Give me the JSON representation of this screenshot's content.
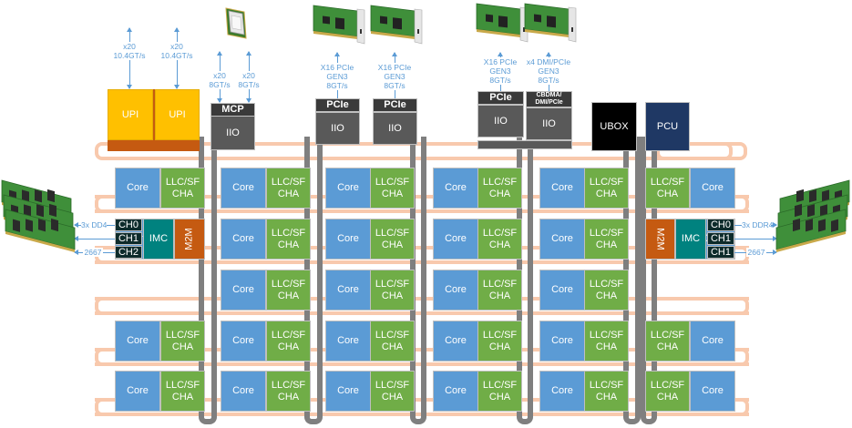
{
  "diagram": {
    "title": "Mesh architecture: cores, LLC/SF CHA tiles, IIO, UPI, IMC",
    "colors": {
      "core": "#5b9bd5",
      "cha": "#70ad47",
      "upi": "#ffc000",
      "upi_base": "#c55a11",
      "iio": "#595959",
      "iio_header": "#3a3a3a",
      "ubox": "#000000",
      "pcu": "#1f3864",
      "imc": "#00827f",
      "m2m": "#c55a11",
      "channel": "#0d2b2b",
      "ring": "#f8c9ad",
      "mesh_vertical": "#7f7f7f",
      "annotation": "#5b9bd5"
    },
    "upi": [
      {
        "label": "UPI",
        "link": [
          "x20",
          "10.4GT/s"
        ]
      },
      {
        "label": "UPI",
        "link": [
          "x20",
          "10.4GT/s"
        ]
      }
    ],
    "mcp": {
      "header": "MCP",
      "body": "IIO",
      "links": [
        [
          "x20",
          "8GT/s"
        ],
        [
          "x20",
          "8GT/s"
        ]
      ]
    },
    "pcie_blocks": [
      {
        "header": "PCIe",
        "body": "IIO",
        "link": [
          "X16 PCIe",
          "GEN3",
          "8GT/s"
        ]
      },
      {
        "header": "PCIe",
        "body": "IIO",
        "link": [
          "X16 PCIe",
          "GEN3",
          "8GT/s"
        ]
      },
      {
        "header": "PCIe",
        "body": "IIO",
        "link": [
          "X16 PCIe",
          "GEN3",
          "8GT/s"
        ]
      },
      {
        "header": "CBDMA/ DMI/PCIe",
        "body": "IIO",
        "link": [
          "x4 DMI/PCIe",
          "GEN3",
          "8GT/s"
        ]
      }
    ],
    "ubox": "UBOX",
    "pcu": "PCU",
    "tile": {
      "core": "Core",
      "cha_line1": "LLC/SF",
      "cha_line2": "CHA"
    },
    "memory_left": {
      "channels": [
        "CH0",
        "CH1",
        "CH2"
      ],
      "imc": "IMC",
      "m2m": "M2M",
      "annotations": [
        "3x DD4",
        "",
        "2667"
      ]
    },
    "memory_right": {
      "channels": [
        "CH0",
        "CH1",
        "CH1"
      ],
      "imc": "IMC",
      "m2m": "M2M",
      "annotations": [
        "3x DDR4",
        "",
        "2667"
      ]
    },
    "grid": {
      "columns": 6,
      "rows": 5,
      "imc_row": 2
    }
  }
}
